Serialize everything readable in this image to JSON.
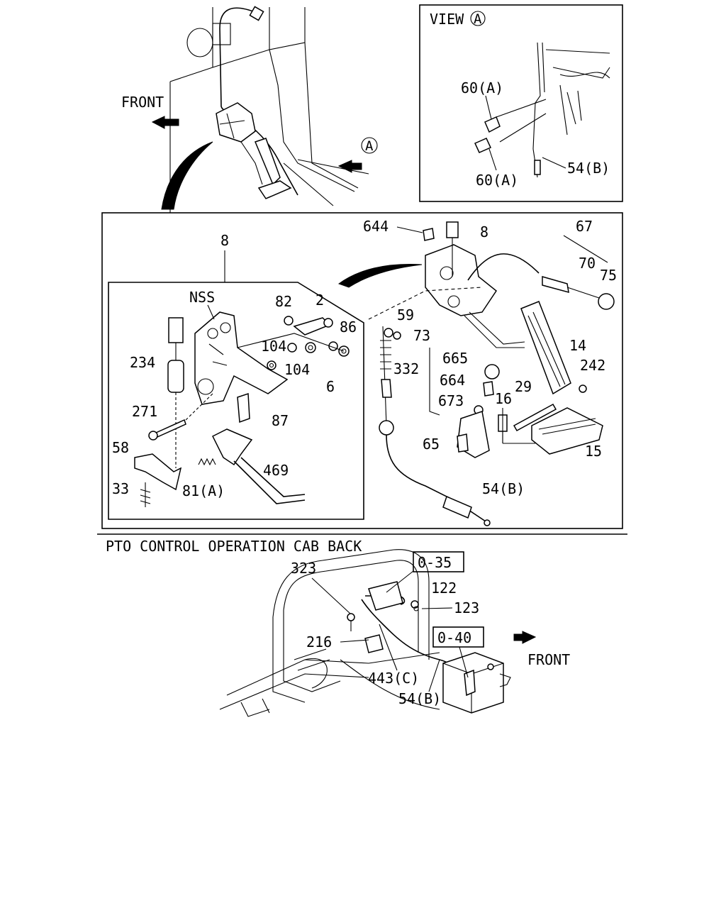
{
  "view_a_box": {
    "title": "VIEW",
    "circle_mark": "A",
    "labels": {
      "p60a_top": "60(A)",
      "p60a_bottom": "60(A)",
      "p54b": "54(B)"
    }
  },
  "overview": {
    "front_label": "FRONT",
    "view_marker": "A"
  },
  "main_panel": {
    "subassembly_callout": "8",
    "subassembly_labels": {
      "nss": "NSS",
      "p82": "82",
      "p2": "2",
      "p86": "86",
      "p104a": "104",
      "p104b": "104",
      "p6": "6",
      "p234": "234",
      "p271": "271",
      "p87": "87",
      "p58": "58",
      "p469": "469",
      "p33": "33",
      "p81a": "81(A)"
    },
    "assembly_labels": {
      "p644": "644",
      "p8": "8",
      "p67": "67",
      "p70": "70",
      "p75": "75",
      "p59": "59",
      "p73": "73",
      "p665": "665",
      "p332": "332",
      "p664": "664",
      "p14": "14",
      "p242": "242",
      "p673": "673",
      "p16": "16",
      "p29": "29",
      "p65": "65",
      "p15": "15",
      "p54b": "54(B)"
    }
  },
  "pto_section": {
    "title": "PTO CONTROL OPERATION CAB BACK",
    "labels": {
      "p323": "323",
      "ref035": "0-35",
      "p122": "122",
      "p123": "123",
      "ref040": "0-40",
      "front": "FRONT",
      "p216": "216",
      "p443c": "443(C)",
      "p54b": "54(B)"
    }
  }
}
